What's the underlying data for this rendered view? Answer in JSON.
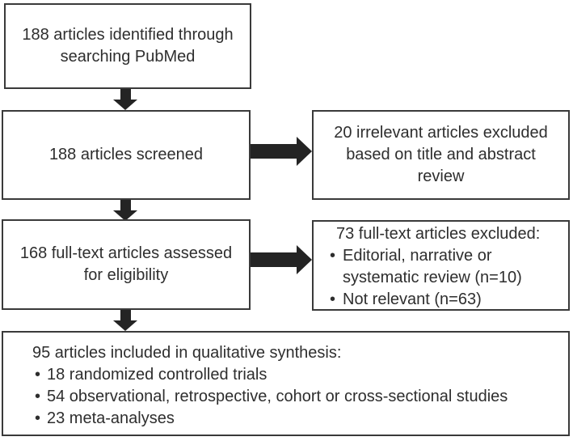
{
  "bullet_char": "•",
  "colors": {
    "border": "#3a3a3a",
    "text": "#2e2e2e",
    "arrow": "#242424",
    "background": "#ffffff"
  },
  "flowchart": {
    "identified": {
      "lines": [
        "188 articles identified through",
        "searching PubMed"
      ]
    },
    "screened": {
      "text": "188 articles screened"
    },
    "excluded_title_abstract": {
      "lines": [
        "20 irrelevant articles excluded",
        "based on title and abstract",
        "review"
      ]
    },
    "fulltext_assessed": {
      "lines": [
        "168 full-text articles assessed",
        "for eligibility"
      ]
    },
    "fulltext_excluded": {
      "title": "73 full-text articles excluded:",
      "bullets": [
        "Editorial, narrative or systematic review (n=10)",
        "Not relevant (n=63)"
      ]
    },
    "included": {
      "title": "95 articles included in qualitative synthesis:",
      "bullets": [
        "18 randomized controlled trials",
        "54 observational, retrospective, cohort or cross-sectional studies",
        "23 meta-analyses"
      ]
    }
  }
}
